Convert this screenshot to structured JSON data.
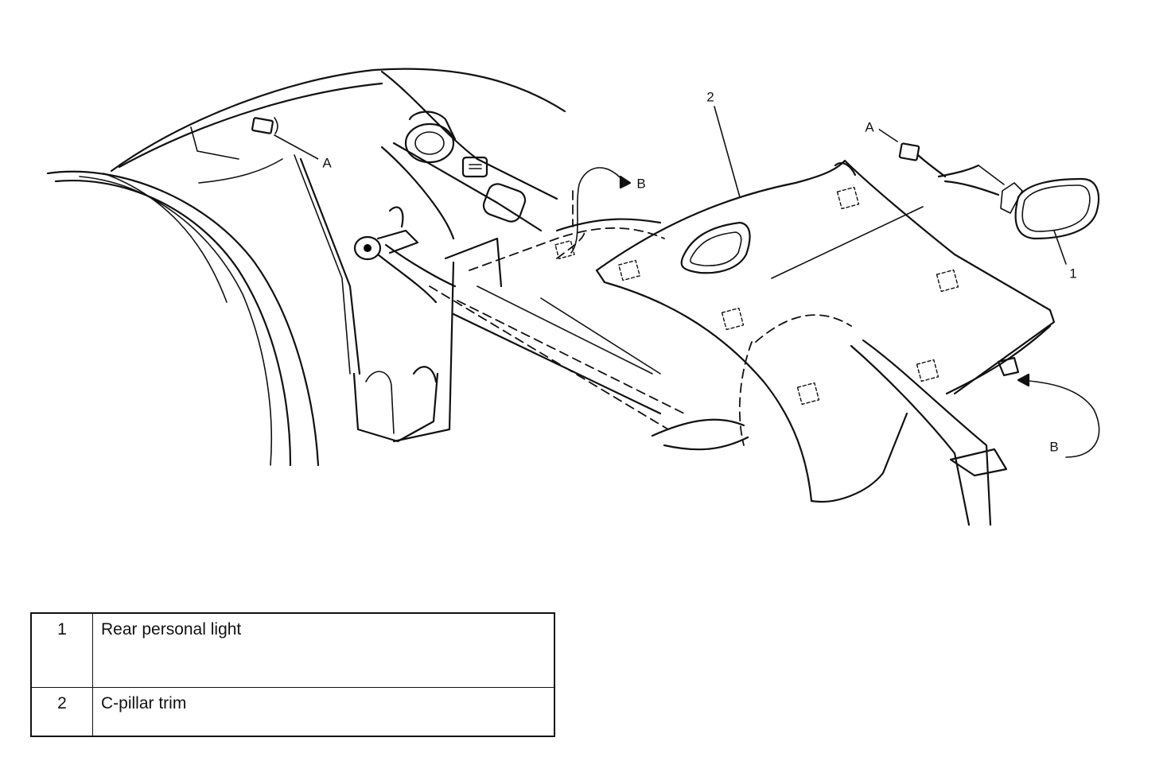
{
  "callouts": {
    "part_1": "1",
    "part_2": "2",
    "connector_a": "A",
    "clip_b": "B"
  },
  "legend": [
    {
      "num": "1",
      "label": "Rear personal light"
    },
    {
      "num": "2",
      "label": "C-pillar trim"
    }
  ]
}
